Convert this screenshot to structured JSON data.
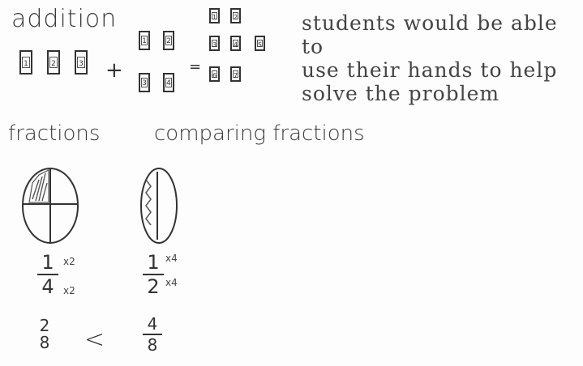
{
  "addition": {
    "heading": "addition",
    "plus": "+",
    "equals": "=",
    "group_a": [
      "1",
      "2",
      "3"
    ],
    "group_b": [
      "1",
      "2",
      "3",
      "4"
    ],
    "result": [
      "1",
      "2",
      "3",
      "4",
      "5",
      "6",
      "7"
    ]
  },
  "note": {
    "lines": [
      "students would be able to",
      "use their hands to help",
      "solve the problem"
    ]
  },
  "fractions": {
    "heading": "fractions",
    "left": {
      "num": "1",
      "den": "4",
      "mult_num": "x2",
      "mult_den": "x2",
      "result_num": "2",
      "result_den": "8"
    },
    "comparison": "<",
    "right": {
      "num": "1",
      "den": "2",
      "mult_num": "x4",
      "mult_den": "x4",
      "result_num": "4",
      "result_den": "8"
    }
  },
  "comparing": {
    "heading": "comparing fractions"
  }
}
